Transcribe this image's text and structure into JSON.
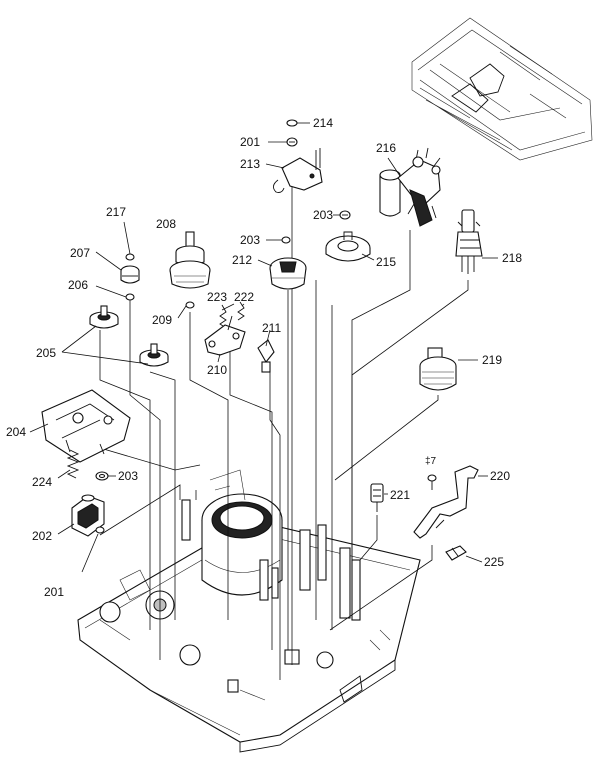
{
  "labels": {
    "p201a": "201",
    "p214": "214",
    "p213": "213",
    "p216": "216",
    "p217": "217",
    "p208": "208",
    "p203a": "203",
    "p203b": "203",
    "p207": "207",
    "p212": "212",
    "p215": "215",
    "p218": "218",
    "p206": "206",
    "p223": "223",
    "p222": "222",
    "p209": "209",
    "p211": "211",
    "p205": "205",
    "p210": "210",
    "p219": "219",
    "p204": "204",
    "p224": "224",
    "p203c": "203",
    "p221": "221",
    "p87": "‡7",
    "p220": "220",
    "p202": "202",
    "p225": "225",
    "p201b": "201"
  }
}
